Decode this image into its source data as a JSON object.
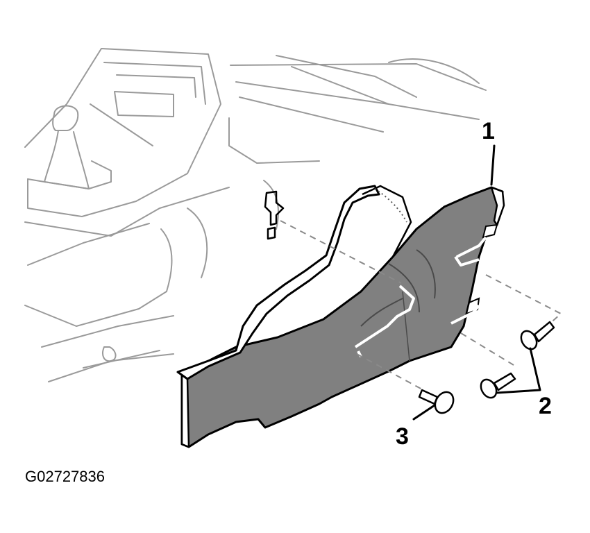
{
  "callouts": {
    "panel": "1",
    "fasteners_pair": "2",
    "fastener_single": "3"
  },
  "figure_id": "G02727836",
  "colors": {
    "panel_fill": "#808080",
    "outline": "#000000",
    "background_lines": "#9a9a9a",
    "background": "#ffffff"
  }
}
